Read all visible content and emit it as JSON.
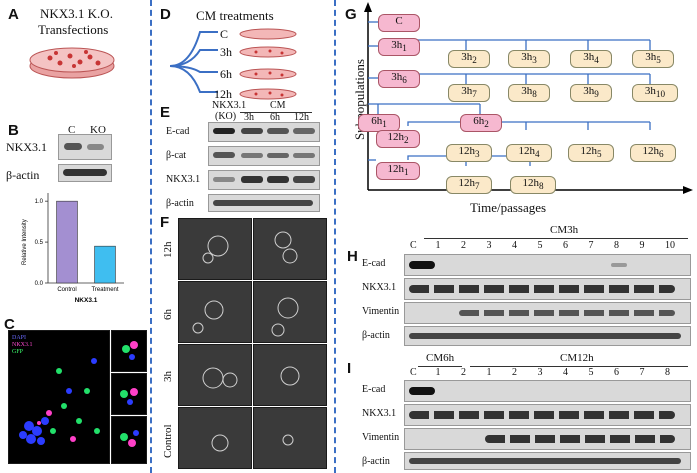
{
  "panels": {
    "A": {
      "letter": "A",
      "title_line1": "NKX3.1 K.O.",
      "title_line2": "Transfections"
    },
    "B": {
      "letter": "B",
      "lane_c": "C",
      "lane_ko": "KO",
      "row1": "NKX3.1",
      "row2": "β-actin"
    },
    "C": {
      "letter": "C",
      "legend_dapi": "DAPI",
      "legend_nkx": "NKX3.1",
      "legend_gfp": "GFP"
    },
    "D": {
      "letter": "D",
      "title": "CM treatments",
      "conds": [
        "C",
        "3h",
        "6h",
        "12h"
      ]
    },
    "E": {
      "letter": "E",
      "hdr_nkx": "NKX3.1",
      "hdr_ko": "(KO)",
      "hdr_cm": "CM",
      "lanes": [
        "3h",
        "6h",
        "12h"
      ],
      "rows": [
        "E-cad",
        "β-cat",
        "NKX3.1",
        "β-actin"
      ]
    },
    "F": {
      "letter": "F",
      "rows": [
        "12h",
        "6h",
        "3h",
        "Control"
      ]
    },
    "G": {
      "letter": "G",
      "ylabel": "Subpopulations",
      "xlabel": "Time/passages",
      "nodes": {
        "c": "C",
        "n3h1": "3h",
        "s3h1": "1",
        "n3h2": "3h",
        "s3h2": "2",
        "n3h3": "3h",
        "s3h3": "3",
        "n3h4": "3h",
        "s3h4": "4",
        "n3h5": "3h",
        "s3h5": "5",
        "n3h6": "3h",
        "s3h6": "6",
        "n3h7": "3h",
        "s3h7": "7",
        "n3h8": "3h",
        "s3h8": "8",
        "n3h9": "3h",
        "s3h9": "9",
        "n3h10": "3h",
        "s3h10": "10",
        "n6h1": "6h",
        "s6h1": "1",
        "n6h2": "6h",
        "s6h2": "2",
        "n12h2": "12h",
        "s12h2": "2",
        "n12h3": "12h",
        "s12h3": "3",
        "n12h4": "12h",
        "s12h4": "4",
        "n12h5": "12h",
        "s12h5": "5",
        "n12h6": "12h",
        "s12h6": "6",
        "n12h1": "12h",
        "s12h1": "1",
        "n12h7": "12h",
        "s12h7": "7",
        "n12h8": "12h",
        "s12h8": "8"
      }
    },
    "H": {
      "letter": "H",
      "cm_label": "CM3h",
      "lanes": [
        "C",
        "1",
        "2",
        "3",
        "4",
        "5",
        "6",
        "7",
        "8",
        "9",
        "10"
      ],
      "rows": [
        "E-cad",
        "NKX3.1",
        "Vimentin",
        "β-actin"
      ]
    },
    "I": {
      "letter": "I",
      "cm6": "CM6h",
      "cm12": "CM12h",
      "lanes": [
        "C",
        "1",
        "2",
        "1",
        "2",
        "3",
        "4",
        "5",
        "6",
        "7",
        "8"
      ],
      "rows": [
        "E-cad",
        "NKX3.1",
        "Vimentin",
        "β-actin"
      ]
    }
  },
  "chart_data": {
    "type": "bar",
    "categories": [
      "Control",
      "Treatment"
    ],
    "values": [
      1.0,
      0.45
    ],
    "ylabel": "Relative Intensity",
    "xlabel": "NKX3.1",
    "ylim": [
      0,
      1.1
    ],
    "yticks": [
      "0.0",
      "0.5",
      "1.0"
    ],
    "colors": [
      "#a38fd1",
      "#3fbef0"
    ]
  }
}
